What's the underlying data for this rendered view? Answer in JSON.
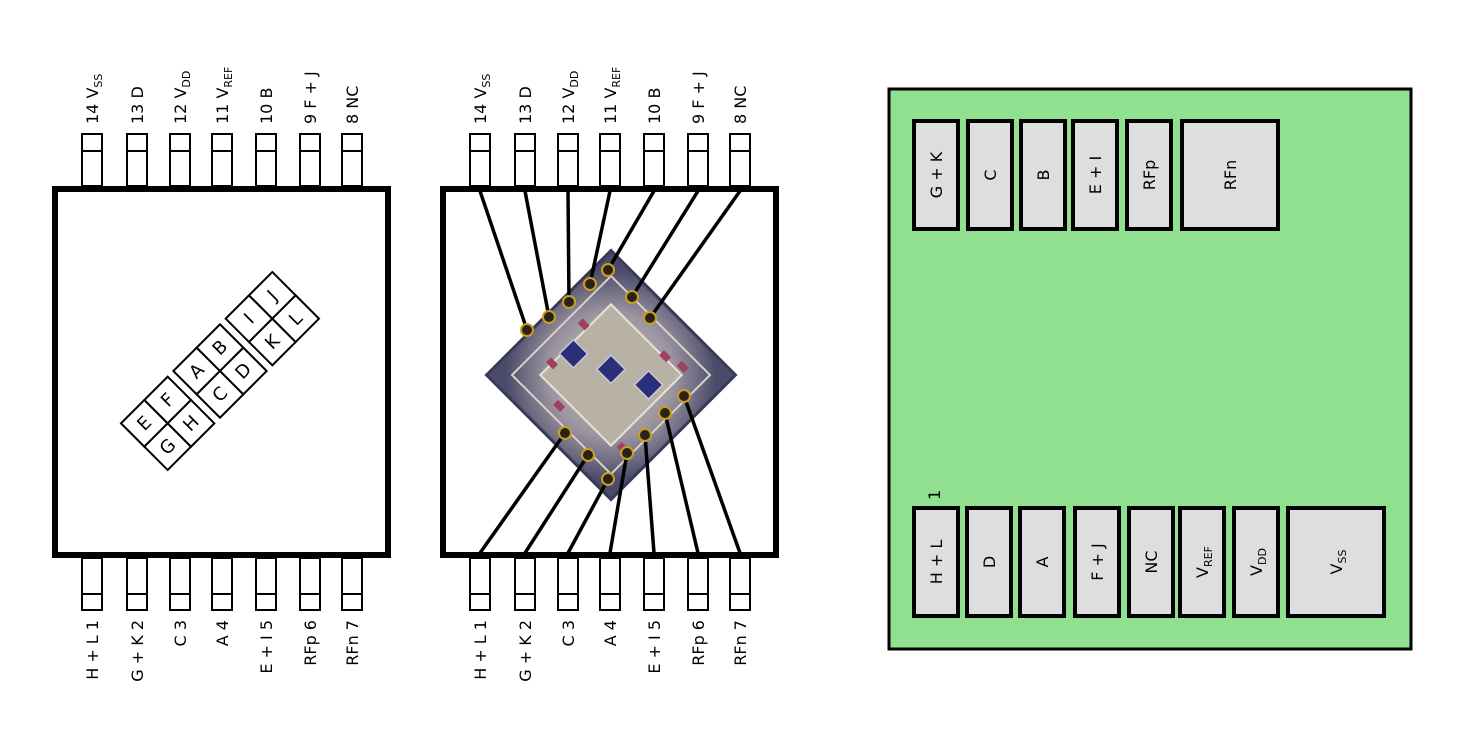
{
  "top_pins": [
    {
      "num": "14",
      "name": "V",
      "sub": "SS"
    },
    {
      "num": "13",
      "name": "D",
      "sub": ""
    },
    {
      "num": "12",
      "name": "V",
      "sub": "DD"
    },
    {
      "num": "11",
      "name": "V",
      "sub": "REF"
    },
    {
      "num": "10",
      "name": "B",
      "sub": ""
    },
    {
      "num": "9",
      "name": "F + J",
      "sub": ""
    },
    {
      "num": "8",
      "name": "NC",
      "sub": ""
    }
  ],
  "bottom_pins": [
    {
      "num": "1",
      "name": "H + L"
    },
    {
      "num": "2",
      "name": "G + K"
    },
    {
      "num": "3",
      "name": "C"
    },
    {
      "num": "4",
      "name": "A"
    },
    {
      "num": "5",
      "name": "E + I"
    },
    {
      "num": "6",
      "name": "RFp"
    },
    {
      "num": "7",
      "name": "RFn"
    }
  ],
  "segment_grid": {
    "blocks": [
      [
        [
          "E",
          "G"
        ],
        [
          "F",
          "H"
        ]
      ],
      [
        [
          "A",
          "C"
        ],
        [
          "B",
          "D"
        ]
      ],
      [
        [
          "I",
          "K"
        ],
        [
          "J",
          "L"
        ]
      ]
    ]
  },
  "pcb": {
    "pin1_marker": "1",
    "top_pads": [
      {
        "name": "G + K",
        "sub": ""
      },
      {
        "name": "C",
        "sub": ""
      },
      {
        "name": "B",
        "sub": ""
      },
      {
        "name": "E + I",
        "sub": ""
      },
      {
        "name": "RFp",
        "sub": ""
      },
      {
        "name": "RFn",
        "sub": ""
      }
    ],
    "bottom_pads": [
      {
        "name": "H + L",
        "sub": ""
      },
      {
        "name": "D",
        "sub": ""
      },
      {
        "name": "A",
        "sub": ""
      },
      {
        "name": "F + J",
        "sub": ""
      },
      {
        "name": "NC",
        "sub": ""
      },
      {
        "name": "V",
        "sub": "REF"
      },
      {
        "name": "V",
        "sub": "DD"
      },
      {
        "name": "V",
        "sub": "SS"
      }
    ],
    "colors": {
      "board": "#90e090",
      "pad": "#dedede"
    }
  }
}
